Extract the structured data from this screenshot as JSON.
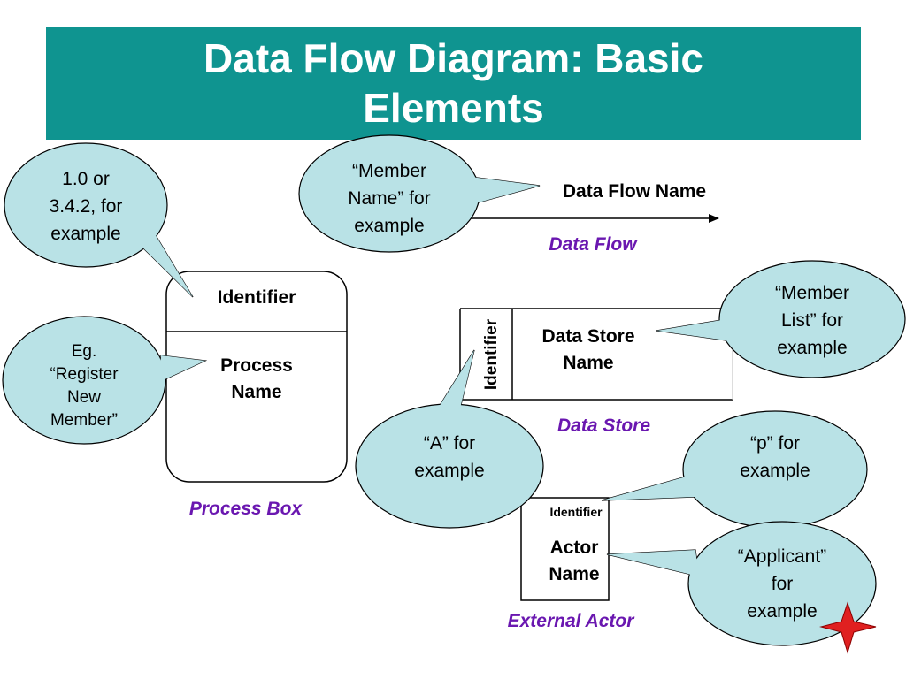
{
  "title": "Data Flow Diagram: Basic Elements",
  "colors": {
    "title_bg": "#0f9490",
    "title_text": "#ffffff",
    "bubble_fill": "#b9e2e6",
    "caption": "#6a17b0",
    "star": "#e02020"
  },
  "process_box": {
    "identifier": "Identifier",
    "name_line1": "Process",
    "name_line2": "Name",
    "caption": "Process Box"
  },
  "data_flow": {
    "name": "Data Flow Name",
    "caption": "Data Flow"
  },
  "data_store": {
    "identifier": "Identifier",
    "name_line1": "Data Store",
    "name_line2": "Name",
    "caption": "Data Store"
  },
  "external_actor": {
    "identifier": "Identifier",
    "name_line1": "Actor",
    "name_line2": "Name",
    "caption": "External Actor"
  },
  "callouts": {
    "process_id": [
      "1.0 or",
      "3.4.2, for",
      "example"
    ],
    "process_name": [
      "Eg.",
      "“Register",
      "New",
      "Member”"
    ],
    "data_flow": [
      "“Member",
      "Name” for",
      "example"
    ],
    "data_store_name": [
      "“Member",
      "List” for",
      "example"
    ],
    "data_store_id": [
      "“A” for",
      "example"
    ],
    "actor_id": [
      "“p” for",
      "example"
    ],
    "actor_name": [
      "“Applicant”",
      "for",
      "example"
    ]
  },
  "decoration": {
    "star_icon": "four-point-star-icon"
  }
}
